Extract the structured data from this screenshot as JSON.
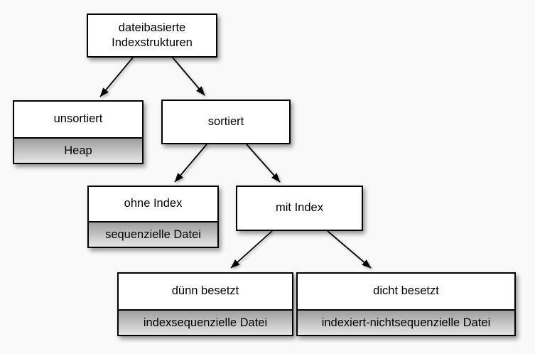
{
  "diagram": {
    "background_color": "#f9f9f9",
    "box_style": {
      "fill": "#ffffff",
      "border_color": "#000000",
      "subtitle_gradient_top": "#9d9d9d",
      "subtitle_gradient_bottom": "#e6e6e6",
      "text_color": "#000000",
      "arrow_color": "#000000"
    },
    "nodes": [
      {
        "id": "root",
        "title": "dateibasierte Indexstrukturen"
      },
      {
        "id": "unsortiert",
        "title": "unsortiert",
        "subtitle": "Heap"
      },
      {
        "id": "sortiert",
        "title": "sortiert"
      },
      {
        "id": "ohne-index",
        "title": "ohne Index",
        "subtitle": "sequenzielle Datei"
      },
      {
        "id": "mit-index",
        "title": "mit Index"
      },
      {
        "id": "duenn-besetzt",
        "title": "dünn besetzt",
        "subtitle": "indexsequenzielle Datei"
      },
      {
        "id": "dicht-besetzt",
        "title": "dicht besetzt",
        "subtitle": "indexiert-nichtsequenzielle Datei"
      }
    ],
    "edges": [
      {
        "from": "dateibasierte Indexstrukturen",
        "to": "unsortiert"
      },
      {
        "from": "dateibasierte Indexstrukturen",
        "to": "sortiert"
      },
      {
        "from": "sortiert",
        "to": "ohne Index"
      },
      {
        "from": "sortiert",
        "to": "mit Index"
      },
      {
        "from": "mit Index",
        "to": "dünn besetzt"
      },
      {
        "from": "mit Index",
        "to": "dicht besetzt"
      }
    ]
  }
}
